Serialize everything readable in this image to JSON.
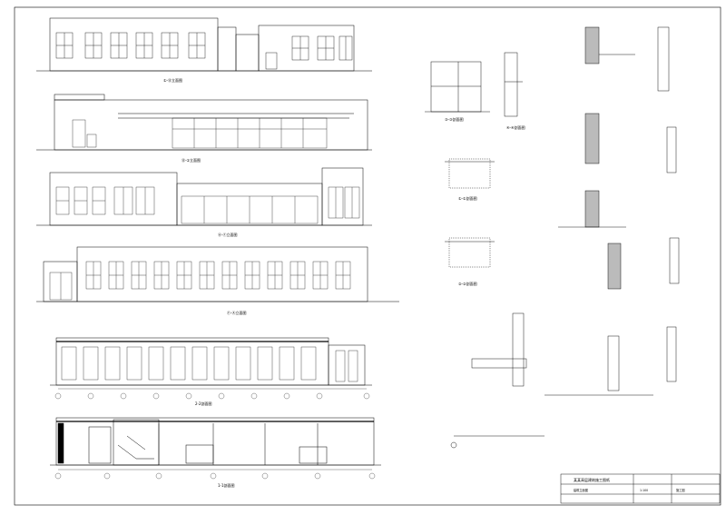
{
  "drawing": {
    "title_block": {
      "project_title": "某某高层建筑施工图纸",
      "rows": [
        "建筑立面图",
        "1:100",
        "施工图"
      ]
    },
    "view_titles": {
      "elev_1": "①-⑬立面图",
      "elev_2": "⑬-①立面图",
      "elev_3": "Ⓐ-Ⓕ立面图",
      "elev_4": "Ⓕ-Ⓐ立面图",
      "section_2": "2-2剖面图",
      "section_1": "1-1剖面图",
      "detail_1": "①-①剖面图",
      "detail_2": "②-②剖面图",
      "detail_3": "③-③剖面图",
      "detail_4": "④-④剖面图",
      "scale": "1:100"
    }
  }
}
